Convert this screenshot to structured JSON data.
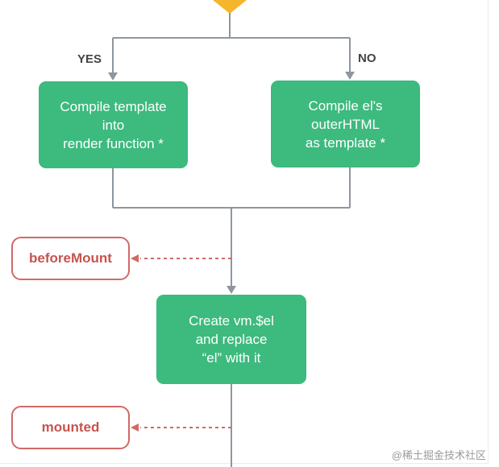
{
  "branches": {
    "yes_label": "YES",
    "no_label": "NO"
  },
  "nodes": {
    "compile_template": [
      "Compile template",
      "into",
      "render function *"
    ],
    "compile_el": [
      "Compile el's",
      "outerHTML",
      "as template *"
    ],
    "create_el": [
      "Create vm.$el",
      "and replace",
      "“el” with it"
    ]
  },
  "hooks": {
    "before_mount": "beforeMount",
    "mounted": "mounted"
  },
  "watermark": "@稀土掘金技术社区",
  "colors": {
    "step_fill": "#3dba7e",
    "hook_border": "#d06a66",
    "hook_text": "#c6534f",
    "connector": "#8e969e",
    "decision_marker": "#f5b52c"
  }
}
